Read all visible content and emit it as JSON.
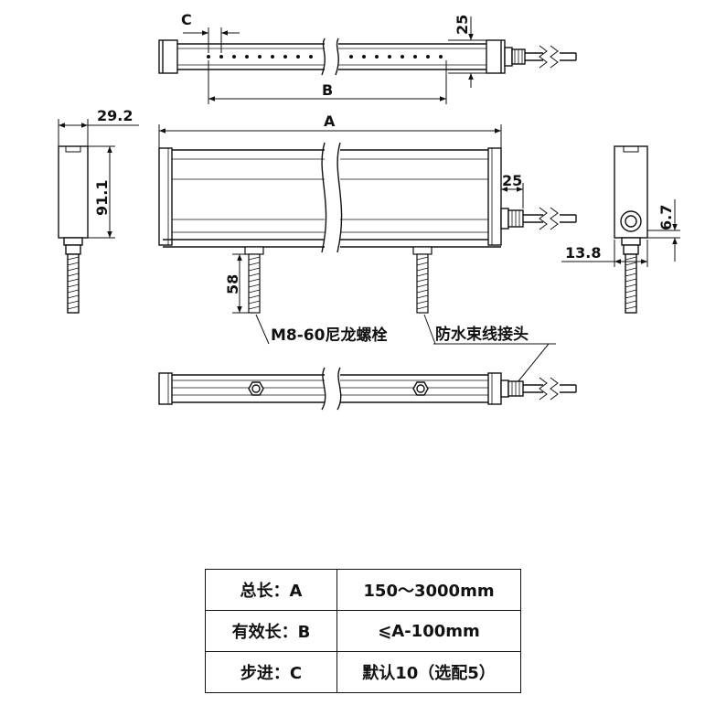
{
  "dimensions": {
    "c": "C",
    "h25_top": "25",
    "b": "B",
    "w29_2": "29.2",
    "a": "A",
    "h91_1": "91.1",
    "h25_side": "25",
    "h6_7": "6.7",
    "w13_8": "13.8",
    "h58": "58"
  },
  "labels": {
    "bolt": "M8-60尼龙螺栓",
    "connector": "防水束线接头"
  },
  "spec_table": {
    "rows": [
      {
        "key": "总长：A",
        "value": "150～3000mm"
      },
      {
        "key": "有效长：B",
        "value": "⩽A-100mm"
      },
      {
        "key": "步进：C",
        "value": "默认10（选配5）"
      }
    ]
  }
}
